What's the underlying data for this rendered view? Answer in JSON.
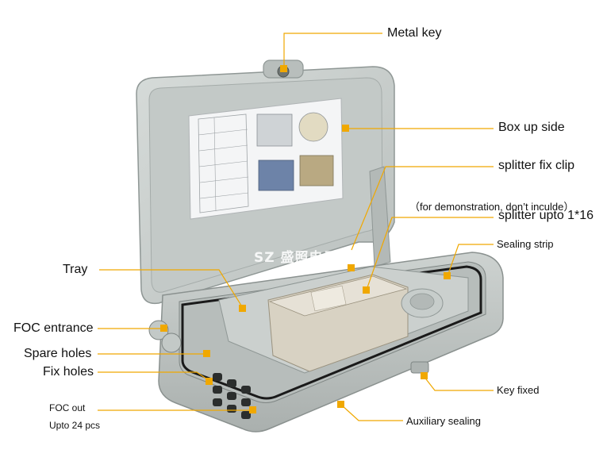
{
  "colors": {
    "callout": "#f0a800",
    "shell": "#c9cfcd",
    "shell_dark": "#9ea5a3",
    "tray": "#cfd4d2",
    "splitter": "#d9d3c6"
  },
  "labels": {
    "metal_key": "Metal key",
    "box_up_side": "Box up side",
    "splitter_fix_clip": "splitter fix clip",
    "demo_note": "（for demonstration, don’t inculde）",
    "splitter_upto": "splitter upto 1*16",
    "sealing_strip": "Sealing strip",
    "tray": "Tray",
    "foc_entrance": "FOC entrance",
    "spare_holes": "Spare holes",
    "fix_holes": "Fix holes",
    "foc_out": "FOC out",
    "foc_out_qty": "Upto 24 pcs",
    "key_fixed": "Key fixed",
    "auxiliary_sealing": "Auxiliary sealing"
  },
  "watermark": "SZ 盛照电子"
}
